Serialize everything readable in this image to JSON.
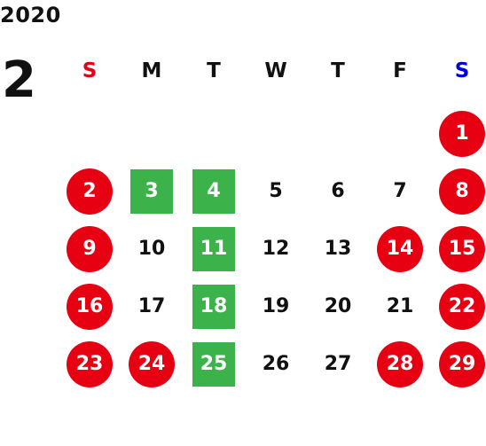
{
  "year": "2020",
  "month": "2",
  "weekdays": [
    "S",
    "M",
    "T",
    "W",
    "T",
    "F",
    "S"
  ],
  "weekday_colors": [
    "#e60012",
    "#111111",
    "#111111",
    "#111111",
    "#111111",
    "#111111",
    "#0000e0"
  ],
  "colors": {
    "holiday_circle": "#e60012",
    "business_square": "#3cb34a",
    "text": "#111111",
    "text_on_marker": "#ffffff"
  },
  "days": [
    {
      "d": "1",
      "col": 6,
      "row": 0,
      "type": "holiday"
    },
    {
      "d": "2",
      "col": 0,
      "row": 1,
      "type": "holiday"
    },
    {
      "d": "3",
      "col": 1,
      "row": 1,
      "type": "business"
    },
    {
      "d": "4",
      "col": 2,
      "row": 1,
      "type": "business"
    },
    {
      "d": "5",
      "col": 3,
      "row": 1,
      "type": "plain"
    },
    {
      "d": "6",
      "col": 4,
      "row": 1,
      "type": "plain"
    },
    {
      "d": "7",
      "col": 5,
      "row": 1,
      "type": "plain"
    },
    {
      "d": "8",
      "col": 6,
      "row": 1,
      "type": "holiday"
    },
    {
      "d": "9",
      "col": 0,
      "row": 2,
      "type": "holiday"
    },
    {
      "d": "10",
      "col": 1,
      "row": 2,
      "type": "plain"
    },
    {
      "d": "11",
      "col": 2,
      "row": 2,
      "type": "business"
    },
    {
      "d": "12",
      "col": 3,
      "row": 2,
      "type": "plain"
    },
    {
      "d": "13",
      "col": 4,
      "row": 2,
      "type": "plain"
    },
    {
      "d": "14",
      "col": 5,
      "row": 2,
      "type": "holiday"
    },
    {
      "d": "15",
      "col": 6,
      "row": 2,
      "type": "holiday"
    },
    {
      "d": "16",
      "col": 0,
      "row": 3,
      "type": "holiday"
    },
    {
      "d": "17",
      "col": 1,
      "row": 3,
      "type": "plain"
    },
    {
      "d": "18",
      "col": 2,
      "row": 3,
      "type": "business"
    },
    {
      "d": "19",
      "col": 3,
      "row": 3,
      "type": "plain"
    },
    {
      "d": "20",
      "col": 4,
      "row": 3,
      "type": "plain"
    },
    {
      "d": "21",
      "col": 5,
      "row": 3,
      "type": "plain"
    },
    {
      "d": "22",
      "col": 6,
      "row": 3,
      "type": "holiday"
    },
    {
      "d": "23",
      "col": 0,
      "row": 4,
      "type": "holiday"
    },
    {
      "d": "24",
      "col": 1,
      "row": 4,
      "type": "holiday"
    },
    {
      "d": "25",
      "col": 2,
      "row": 4,
      "type": "business"
    },
    {
      "d": "26",
      "col": 3,
      "row": 4,
      "type": "plain"
    },
    {
      "d": "27",
      "col": 4,
      "row": 4,
      "type": "plain"
    },
    {
      "d": "28",
      "col": 5,
      "row": 4,
      "type": "holiday"
    },
    {
      "d": "29",
      "col": 6,
      "row": 4,
      "type": "holiday"
    }
  ]
}
